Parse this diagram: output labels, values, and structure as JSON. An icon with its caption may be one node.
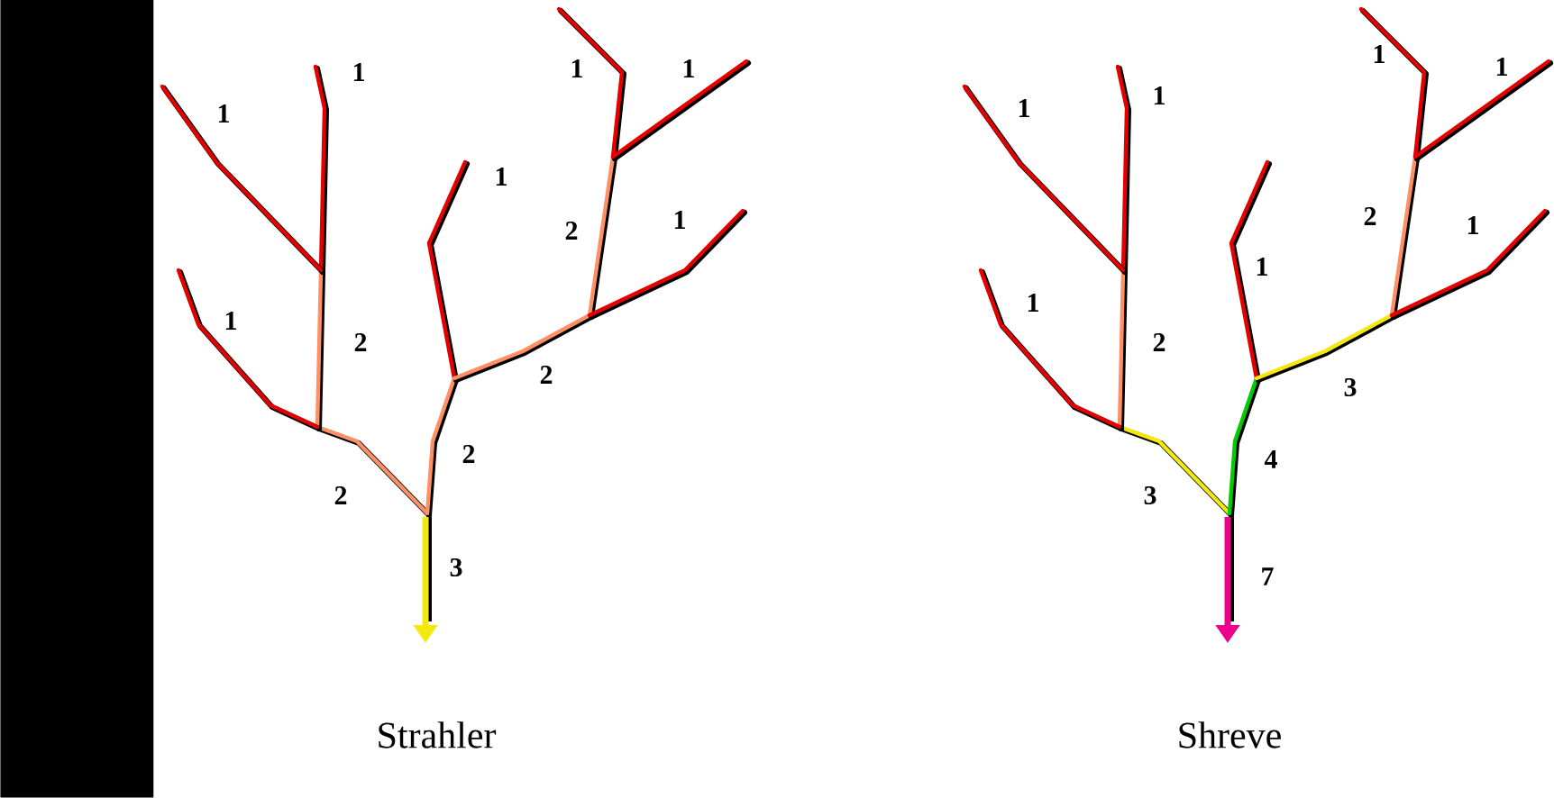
{
  "diagram": {
    "nodes": [
      {
        "text": [],
        "shape": "bar"
      }
    ],
    "labels": [
      "1",
      "1",
      "1",
      "1",
      "1",
      "2",
      "1",
      "1",
      "2",
      "2",
      "2",
      "2",
      "3",
      "Strahler",
      "1",
      "1",
      "1",
      "1",
      "2",
      "1",
      "1",
      "1",
      "2",
      "3",
      "4",
      "3",
      "7",
      "Shreve"
    ]
  }
}
